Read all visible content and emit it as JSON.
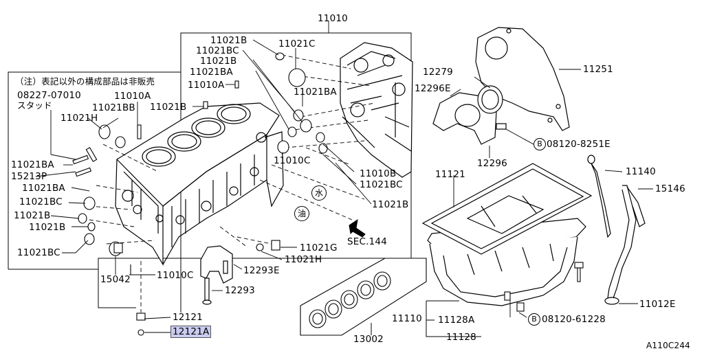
{
  "diagram": {
    "labels": {
      "l11010": "11010",
      "l11021B_a": "11021B",
      "l11021C": "11021C",
      "l11021BC_a": "11021BC",
      "l11021B_b": "11021B",
      "l11021BA_a": "11021BA",
      "note": "（注）表記以外の構成部品は非販売",
      "l08227": "08227-07010",
      "stud": "スタッド",
      "l11010A_a": "11010A",
      "l11010A_b": "11010A",
      "l11021B_c": "11021B",
      "l11021BA_b": "11021BA",
      "l11021BB": "11021BB",
      "l11021H_a": "11021H",
      "l11021BA_c": "11021BA",
      "l15213P": "15213P",
      "l11021BA_d": "11021BA",
      "l11021BC_b": "11021BC",
      "l11021B_d": "11021B",
      "l11021B_e": "11021B",
      "l11021BC_c": "11021BC",
      "l11010C_a": "11010C",
      "l11010B": "11010B",
      "l11021BC_d": "11021BC",
      "l11021B_f": "11021B",
      "l11021G": "11021G",
      "l11021H_b": "11021H",
      "l12293E": "12293E",
      "l15042": "15042",
      "l11010C_b": "11010C",
      "l12293": "12293",
      "l12121": "12121",
      "l12121A": "12121A",
      "l13002": "13002",
      "sec144": "SEC.144",
      "l12279": "12279",
      "l12296E": "12296E",
      "l11251": "11251",
      "b1": "08120-8251E",
      "l12296": "12296",
      "l11121": "11121",
      "l11140": "11140",
      "l15146": "15146",
      "l11110": "11110",
      "l11128A": "11128A",
      "b2": "08120-61228",
      "l11128": "11128",
      "l11012E": "11012E",
      "figno": "A110C244",
      "water": "水",
      "oil": "油",
      "bmark": "B"
    }
  }
}
